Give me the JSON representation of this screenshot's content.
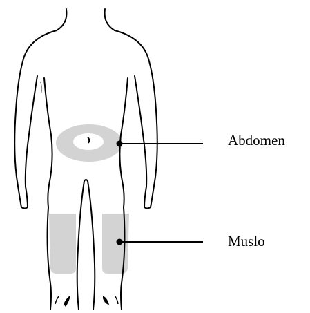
{
  "labels": {
    "abdomen": "Abdomen",
    "thigh": "Muslo"
  },
  "colors": {
    "outline": "#000000",
    "injection_zone": "#d3d3d3",
    "background": "#ffffff"
  },
  "icons": {
    "abdomen_marker": "dot",
    "thigh_marker": "dot"
  }
}
